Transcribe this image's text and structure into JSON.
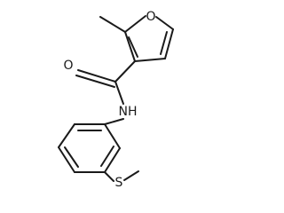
{
  "molecule": {
    "atoms": {
      "furan_oxygen": "O",
      "carbonyl_oxygen": "O",
      "amide_nitrogen": "NH",
      "thioether_sulfur": "S"
    }
  }
}
